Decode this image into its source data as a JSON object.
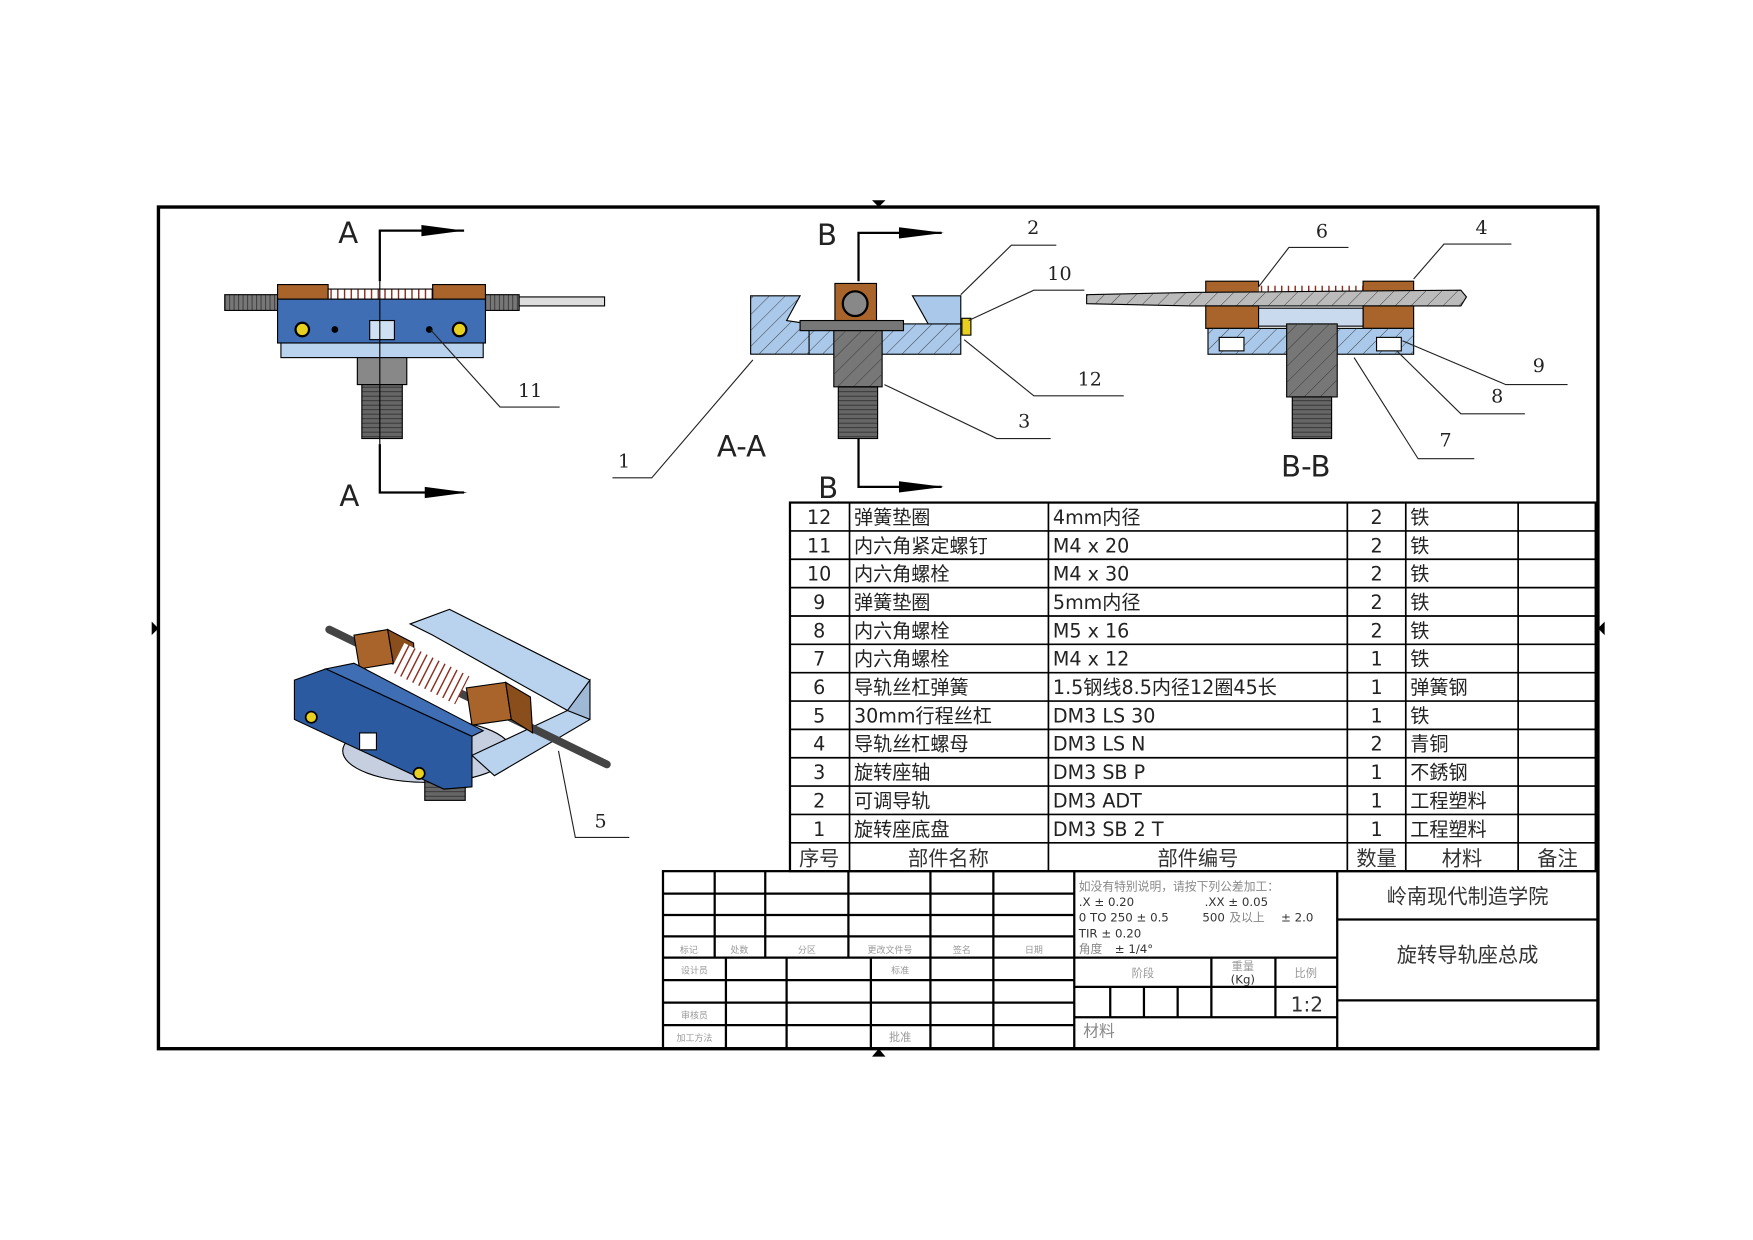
{
  "views": {
    "section_a_top": "A",
    "section_a_bottom": "A",
    "section_b_top": "B",
    "section_b_bottom": "B",
    "view_aa_label": "A-A",
    "view_bb_label": "B-B"
  },
  "balloons": {
    "b1": "1",
    "b2": "2",
    "b3": "3",
    "b4": "4",
    "b5": "5",
    "b6": "6",
    "b7": "7",
    "b8": "8",
    "b9": "9",
    "b10": "10",
    "b11": "11",
    "b12": "12"
  },
  "parts_table": {
    "header": {
      "no": "序号",
      "name": "部件名称",
      "code": "部件编号",
      "qty": "数量",
      "material": "材料",
      "remark": "备注"
    },
    "rows": [
      {
        "no": "12",
        "name": "弹簧垫圈",
        "code": "4mm内径",
        "qty": "2",
        "material": "铁",
        "remark": ""
      },
      {
        "no": "11",
        "name": "内六角紧定螺钉",
        "code": "M4 x 20",
        "qty": "2",
        "material": "铁",
        "remark": ""
      },
      {
        "no": "10",
        "name": "内六角螺栓",
        "code": "M4 x 30",
        "qty": "2",
        "material": "铁",
        "remark": ""
      },
      {
        "no": "9",
        "name": "弹簧垫圈",
        "code": "5mm内径",
        "qty": "2",
        "material": "铁",
        "remark": ""
      },
      {
        "no": "8",
        "name": "内六角螺栓",
        "code": "M5 x 16",
        "qty": "2",
        "material": "铁",
        "remark": ""
      },
      {
        "no": "7",
        "name": "内六角螺栓",
        "code": "M4 x 12",
        "qty": "1",
        "material": "铁",
        "remark": ""
      },
      {
        "no": "6",
        "name": "导轨丝杠弹簧",
        "code": "1.5钢线8.5内径12圈45长",
        "qty": "1",
        "material": "弹簧钢",
        "remark": ""
      },
      {
        "no": "5",
        "name": "30mm行程丝杠",
        "code": "DM3 LS 30",
        "qty": "1",
        "material": "铁",
        "remark": ""
      },
      {
        "no": "4",
        "name": "导轨丝杠螺母",
        "code": "DM3 LS N",
        "qty": "2",
        "material": "青铜",
        "remark": ""
      },
      {
        "no": "3",
        "name": "旋转座轴",
        "code": "DM3 SB P",
        "qty": "1",
        "material": "不銹钢",
        "remark": ""
      },
      {
        "no": "2",
        "name": "可调导轨",
        "code": "DM3 ADT",
        "qty": "1",
        "material": "工程塑料",
        "remark": ""
      },
      {
        "no": "1",
        "name": "旋转座底盘",
        "code": "DM3 SB 2 T",
        "qty": "1",
        "material": "工程塑料",
        "remark": ""
      }
    ]
  },
  "title_block": {
    "revision_labels": {
      "mark": "标记",
      "count": "处数",
      "zone": "分区",
      "change_doc": "更改文件号",
      "sign": "签名",
      "date": "日期"
    },
    "approval_labels": {
      "designer": "设计员",
      "standard": "标准",
      "reviewer": "审核员",
      "process": "加工方法",
      "approve": "批准"
    },
    "tolerance": {
      "note": "如没有特别说明，请按下列公差加工：",
      "x1": ".X ± 0.20",
      "x2": ".XX ± 0.05",
      "range1": "0 TO 250 ± 0.5",
      "range2_num": "500",
      "range2_cn": "及以上",
      "range2_tol": "± 2.0",
      "tir": "TIR ± 0.20",
      "angle_cn": "角度",
      "angle_tol": "± 1/4°"
    },
    "stage_label": "阶段",
    "weight_label": "重量",
    "weight_unit": "(Kg)",
    "scale_label": "比例",
    "scale_value": "1:2",
    "material_label": "材料",
    "school": "岭南现代制造学院",
    "drawing_title": "旋转导轨座总成"
  },
  "colors": {
    "blue": "#3f6eb5",
    "light_blue": "#a9c8ea",
    "brown": "#a8642a",
    "steel": "#8a8a8a",
    "spring": "#8a2a1a",
    "brass": "#e8d020"
  }
}
